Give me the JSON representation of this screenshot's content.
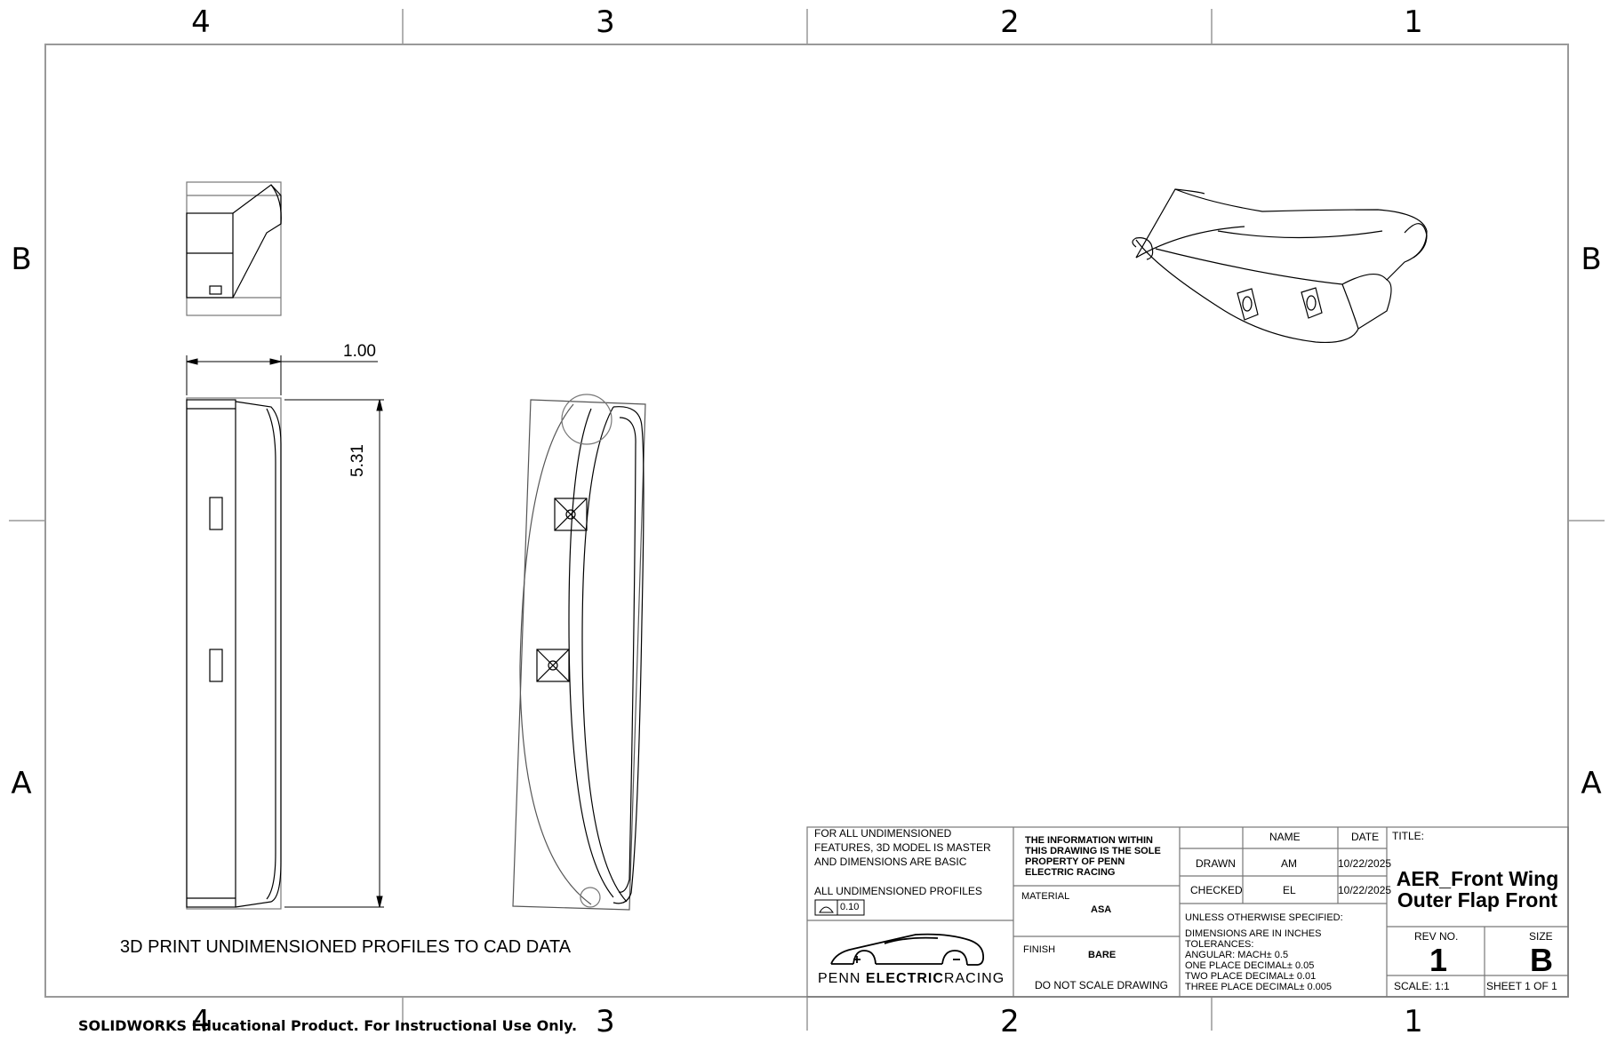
{
  "zones": {
    "columns": [
      "4",
      "3",
      "2",
      "1"
    ],
    "rows": [
      "B",
      "A"
    ]
  },
  "dimensions": {
    "width": "1.00",
    "height": "5.31"
  },
  "notes": {
    "print_note": "3D PRINT UNDIMENSIONED PROFILES TO CAD DATA",
    "watermark": "SOLIDWORKS Educational Product. For Instructional Use Only."
  },
  "title_block": {
    "general_note": [
      "FOR ALL UNDIMENSIONED",
      "FEATURES, 3D MODEL IS MASTER",
      "AND DIMENSIONS ARE BASIC"
    ],
    "profile_note": "ALL UNDIMENSIONED PROFILES",
    "profile_tolerance": "0.10",
    "proprietary": [
      "THE INFORMATION WITHIN",
      "THIS DRAWING IS THE SOLE",
      "PROPERTY OF PENN",
      "ELECTRIC RACING"
    ],
    "material_label": "MATERIAL",
    "material_value": "ASA",
    "finish_label": "FINISH",
    "finish_value": "BARE",
    "do_not_scale": "DO NOT SCALE DRAWING",
    "logo_text_1": "PENN",
    "logo_text_2": "ELECTRIC",
    "logo_text_3": "RACING",
    "name_header": "NAME",
    "date_header": "DATE",
    "drawn_label": "DRAWN",
    "drawn_name": "AM",
    "drawn_date": "10/22/2025",
    "checked_label": "CHECKED",
    "checked_name": "EL",
    "checked_date": "10/22/2025",
    "tolerances": [
      "UNLESS OTHERWISE SPECIFIED:",
      "DIMENSIONS ARE IN INCHES",
      "TOLERANCES:",
      "ANGULAR: MACH± 0.5",
      "ONE PLACE DECIMAL± 0.05",
      "TWO PLACE DECIMAL± 0.01",
      "THREE PLACE DECIMAL± 0.005"
    ],
    "title_label": "TITLE:",
    "title_line_1": "AER_Front Wing",
    "title_line_2": "Outer Flap Front",
    "rev_label": "REV  NO.",
    "rev_value": "1",
    "size_label": "SIZE",
    "size_value": "B",
    "scale": "SCALE: 1:1",
    "sheet": "SHEET 1 OF 1"
  }
}
